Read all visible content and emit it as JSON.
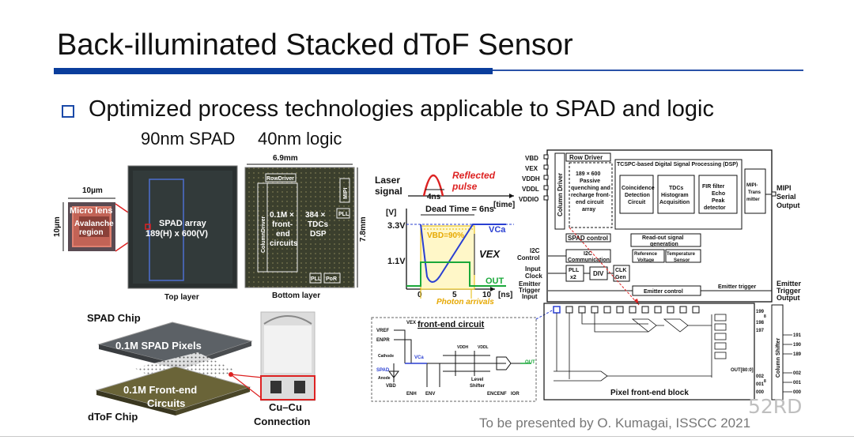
{
  "title": "Back-illuminated Stacked dToF Sensor",
  "bullet": "Optimized process technologies applicable to SPAD and logic",
  "process": {
    "spad": "90nm SPAD",
    "logic": "40nm logic"
  },
  "die": {
    "top_layer_label": "Top layer",
    "bottom_layer_label": "Bottom layer",
    "width_dim": "6.9mm",
    "height_dim": "7.8mm",
    "pixel_dim_w": "10µm",
    "pixel_dim_h": "10µm",
    "micro_lens": "Micro lens",
    "avalanche_1": "Avalanche",
    "avalanche_2": "region",
    "spad_array_1": "SPAD array",
    "spad_array_2": "189(H) x 600(V)",
    "row_driver": "RowDriver",
    "column_driver": "ColumnDriver",
    "fe_1": "0.1M ×",
    "fe_2": "front-",
    "fe_3": "end",
    "fe_4": "circuits",
    "tdc_1": "384 ×",
    "tdc_2": "TDCs",
    "tdc_3": "DSP",
    "mipi": "MIPI",
    "pll": "PLL",
    "por": "PoR"
  },
  "stack": {
    "spad_chip": "SPAD Chip",
    "spad_pixels": "0.1M SPAD Pixels",
    "fe_1": "0.1M Front-end",
    "fe_2": "Circuits",
    "dtof_chip": "dToF Chip",
    "cucu_1": "Cu–Cu",
    "cucu_2": "Connection"
  },
  "timing": {
    "laser_1": "Laser",
    "laser_2": "signal",
    "reflected_1": "Reflected",
    "reflected_2": "pulse",
    "ns4": "4ns",
    "time_label": "[time]",
    "v_unit": "[V]",
    "dead_time": "Dead Time = 6ns",
    "v33": "3.3V",
    "v11": "1.1V",
    "vbd": "VBD=90%",
    "vca": "VCa",
    "vex": "VEX",
    "out": "OUT",
    "x0": "0",
    "x5": "5",
    "x10": "10",
    "ns": "[ns]",
    "photon": "Photon arrivals"
  },
  "block": {
    "pins_left": [
      "VBD",
      "VEX",
      "VDDH",
      "VDDL",
      "VDDIO"
    ],
    "row_driver": "Row Driver",
    "column_driver": "Column Driver",
    "array": [
      "189 × 600",
      "Passive",
      "quenching and",
      "recharge front-",
      "end circuit",
      "array"
    ],
    "dsp_title": "TCSPC-based Digital Signal Processing (DSP)",
    "coinc": [
      "Coincidence",
      "Detection",
      "Circuit"
    ],
    "tdcs": [
      "TDCs",
      "Histogram",
      "Acquisition"
    ],
    "fir": [
      "FIR filter",
      "Echo",
      "Peak",
      "detector"
    ],
    "mipi_tx": [
      "MIPI-",
      "Trans",
      "mitter"
    ],
    "mipi_out": [
      "MIPI",
      "Serial",
      "Output"
    ],
    "spad_control": "SPAD control",
    "readout": [
      "Read-out signal",
      "generation"
    ],
    "ref_v": [
      "Reference",
      "Voltage"
    ],
    "temp": [
      "Temperature",
      "Sensor"
    ],
    "i2c_comm": [
      "I2C",
      "Communication"
    ],
    "i2c_control": [
      "I2C",
      "Control"
    ],
    "pll": [
      "PLL",
      "x2"
    ],
    "div": "DIV",
    "clk_gen": [
      "CLK",
      "Gen"
    ],
    "input_clock": [
      "Input",
      "Clock"
    ],
    "emitter_trigger_in": [
      "Emitter",
      "Trigger",
      "Input"
    ],
    "emitter_control": "Emitter control",
    "emitter_trigger": "Emitter trigger",
    "emitter_trigger_out": [
      "Emitter",
      "Trigger",
      "Output"
    ]
  },
  "circuit": {
    "title": "front-end circuit",
    "vref": "VREF",
    "enpr": "ENPR",
    "vex": "VEX",
    "vca": "VCa",
    "cathode": "Cathode",
    "spad": "SPAD",
    "anode": "Anode",
    "vbd": "VBD",
    "vddh": "VDDH",
    "vddl": "VDDL",
    "level_1": "Level",
    "level_2": "Shifter",
    "out": "OUT",
    "enh": "ENH",
    "env": "ENV",
    "encenf": "ENCENF",
    "ior": "IOR",
    "pixel_block": "Pixel front-end block",
    "out_bus": "OUT[80:0]",
    "column_shifter": "Column Shifter",
    "idx_top": [
      "199",
      "198",
      "197"
    ],
    "idx_bot": [
      "002",
      "001",
      "000"
    ],
    "idx_right_top": [
      "191",
      "190",
      "189"
    ],
    "idx_right_bot": [
      "002",
      "001",
      "000"
    ],
    "idx_8": "8"
  },
  "footer": "To be presented by O. Kumagai, ISSCC 2021",
  "watermark": "52RD"
}
